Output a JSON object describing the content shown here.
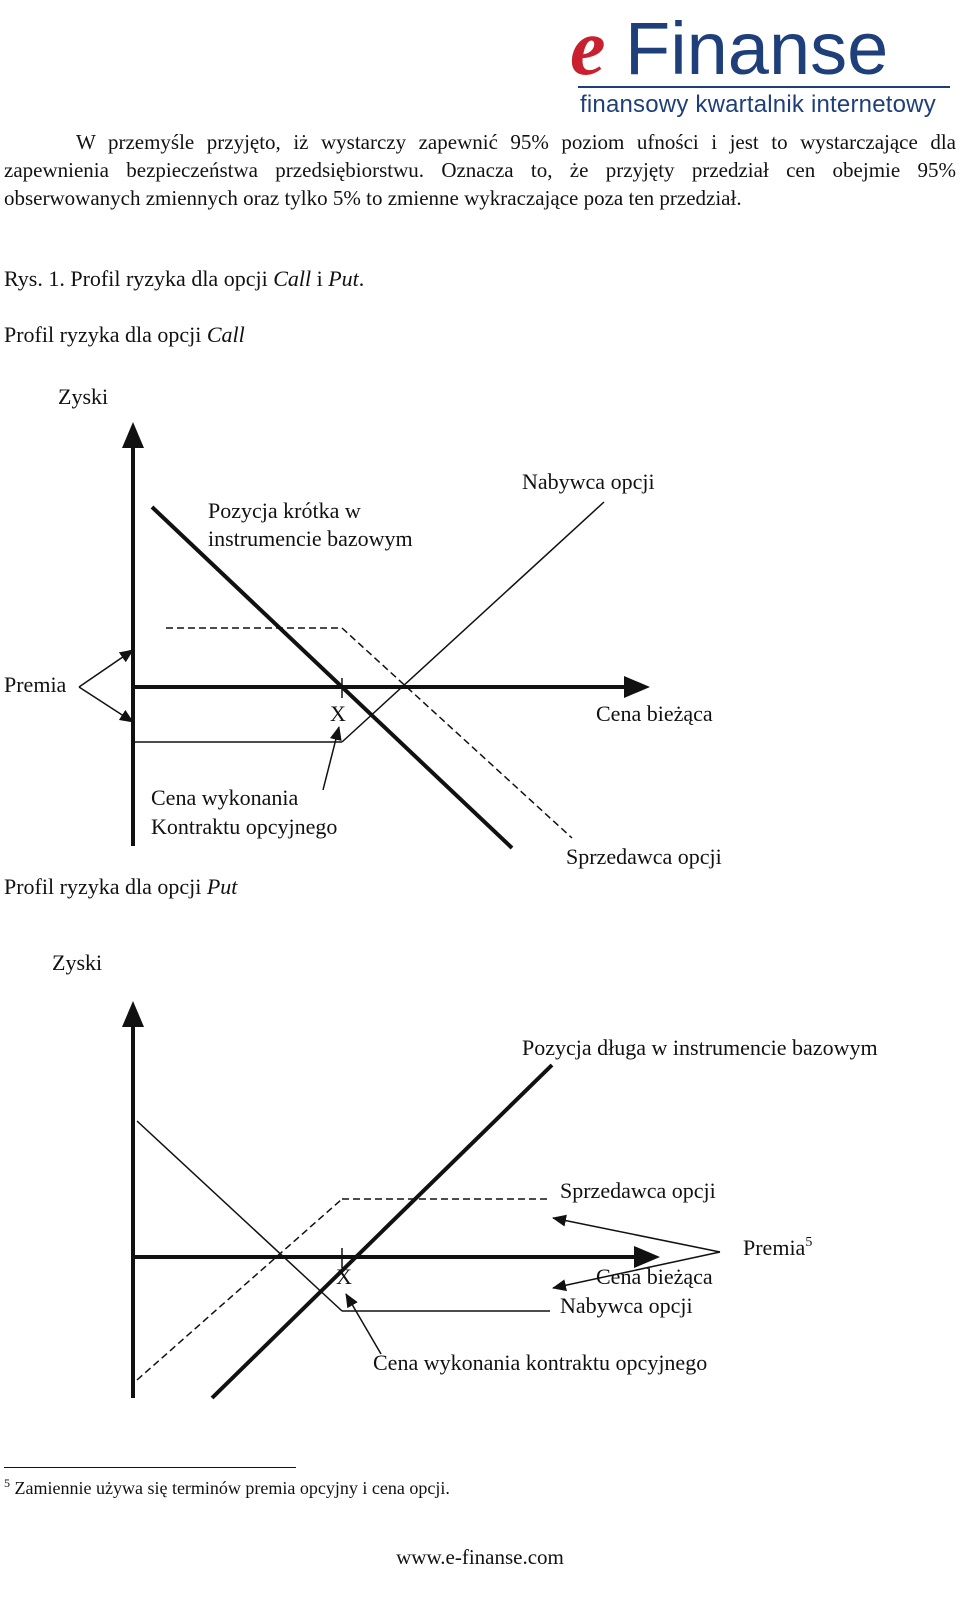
{
  "header": {
    "logo_e": "e",
    "logo_main": "Finanse",
    "logo_sub": "finansowy kwartalnik internetowy",
    "colors": {
      "logo_e": "#c8202f",
      "logo_main": "#1f3f7a"
    }
  },
  "body": {
    "paragraph": "W przemyśle przyjęto, iż wystarczy zapewnić 95% poziom ufności i jest to wystarczające dla zapewnienia bezpieczeństwa przedsiębiorstwu. Oznacza to, że przyjęty przedział cen obejmie 95% obserwowanych zmiennych oraz tylko 5% to zmienne wykraczające poza ten przedział.",
    "figure_caption": {
      "prefix": "Rys. 1. Profil ryzyka dla opcji ",
      "call": "Call",
      "mid": " i ",
      "put": "Put",
      "suffix": "."
    }
  },
  "call_diagram": {
    "title_prefix": "Profil ryzyka dla opcji ",
    "title_italic": "Call",
    "y_axis_label": "Zyski",
    "label_short_position_1": "Pozycja krótka w",
    "label_short_position_2": "instrumencie bazowym",
    "label_buyer": "Nabywca opcji",
    "label_premium": "Premia",
    "label_strike_marker": "X",
    "label_current_price": "Cena bieżąca",
    "label_strike_1": "Cena wykonania",
    "label_strike_2": "Kontraktu opcyjnego",
    "label_seller": "Sprzedawca opcji"
  },
  "put_diagram": {
    "title_prefix": "Profil ryzyka dla opcji ",
    "title_italic": "Put",
    "y_axis_label": "Zyski",
    "label_long_position": "Pozycja długa w instrumencie bazowym",
    "label_seller": "Sprzedawca opcji",
    "label_premium": "Premia",
    "label_premium_footnote": "5",
    "label_strike_marker": "X",
    "label_current_price": "Cena bieżąca",
    "label_buyer": "Nabywca opcji",
    "label_strike": "Cena wykonania kontraktu opcyjnego"
  },
  "footnote": {
    "number": "5",
    "text": " Zamiennie używa się terminów premia opcyjny i cena opcji."
  },
  "footer": {
    "url": "www.e-finanse.com"
  }
}
